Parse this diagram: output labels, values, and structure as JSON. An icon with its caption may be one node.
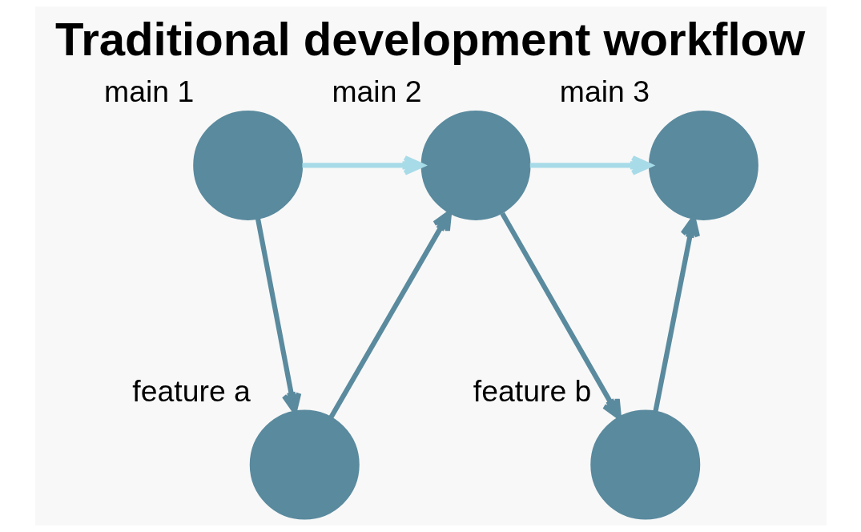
{
  "diagram": {
    "title": "Traditional development workflow",
    "nodes": [
      {
        "text": [
          "main 1"
        ]
      },
      {
        "text": [
          "main 2"
        ]
      },
      {
        "text": [
          "main 3"
        ]
      },
      {
        "text": [
          "feature a"
        ]
      },
      {
        "text": [
          "feature b"
        ]
      }
    ],
    "edges": [
      {
        "from": 0,
        "to": 1,
        "arrow": "to",
        "color": "#a8dbe8"
      },
      {
        "from": 0,
        "to": 3,
        "arrow": "to"
      },
      {
        "from": 3,
        "to": 1,
        "arrow": "to"
      },
      {
        "from": 1,
        "to": 2,
        "arrow": "to",
        "color": "#a8dbe8"
      },
      {
        "from": 1,
        "to": 4,
        "arrow": "to"
      },
      {
        "from": 4,
        "to": 2,
        "arrow": "to"
      }
    ]
  }
}
